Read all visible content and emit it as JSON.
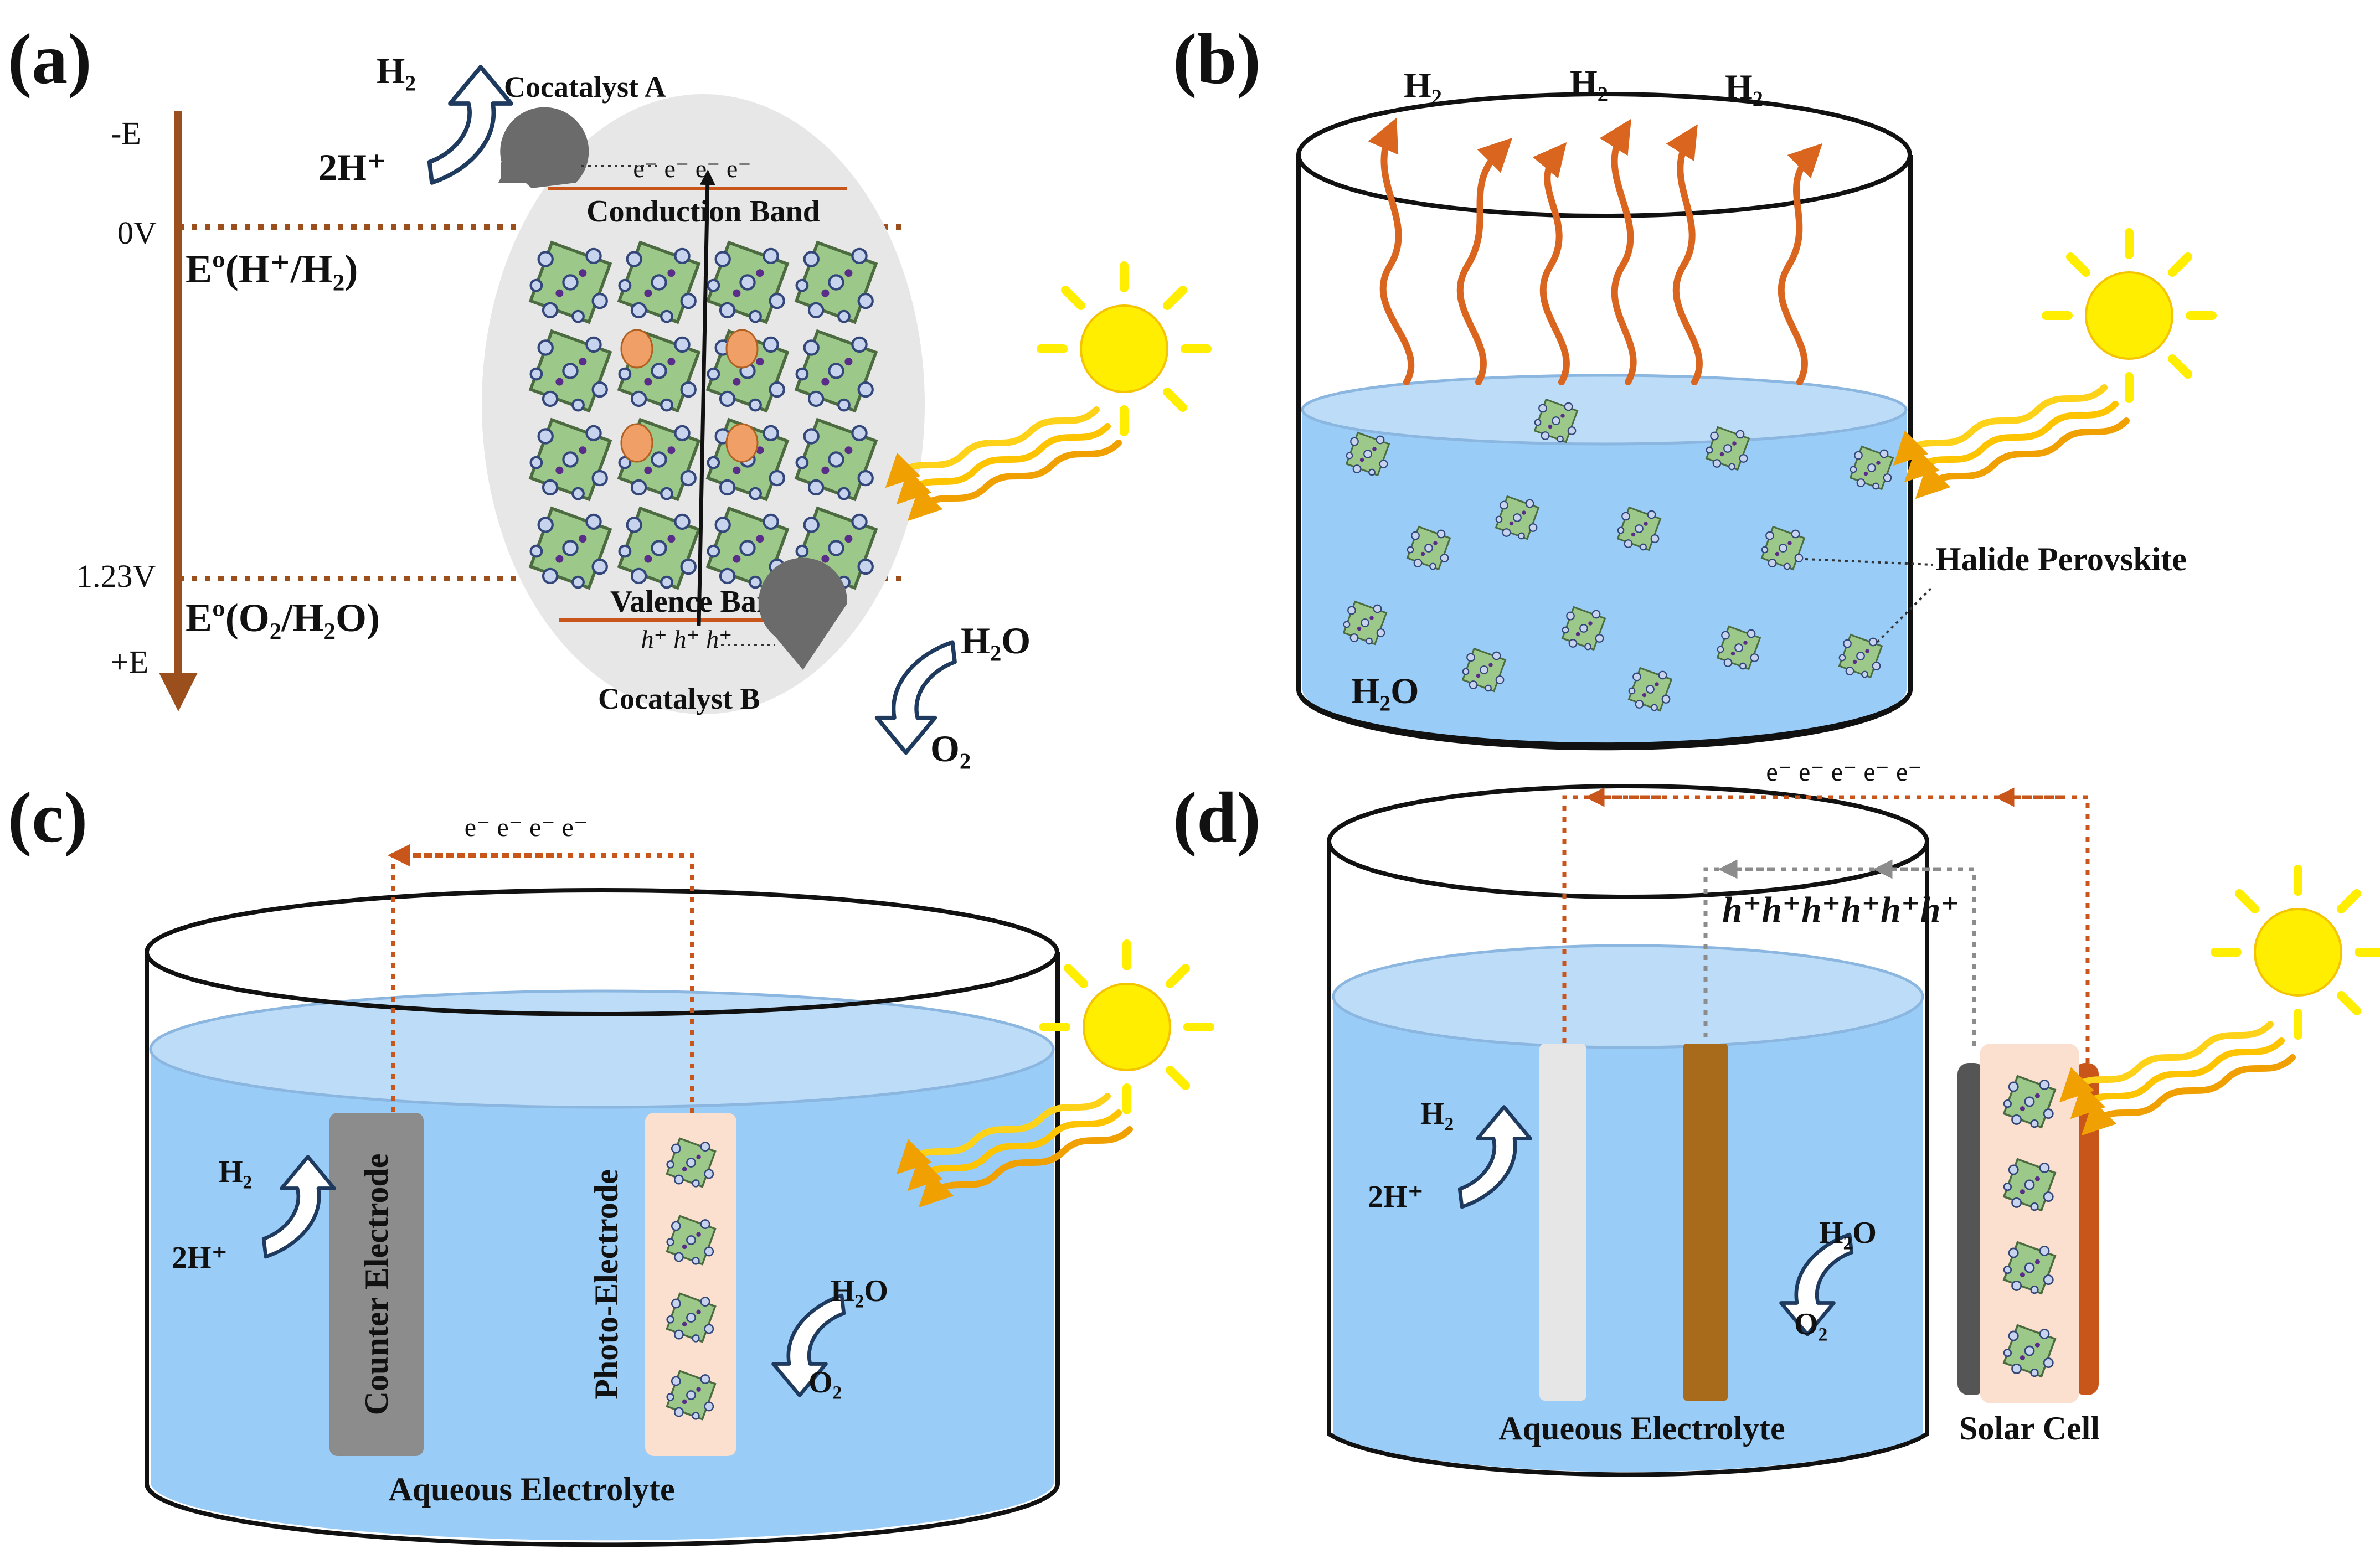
{
  "panels": {
    "a": {
      "letter": "(a)",
      "axis_neg": "-E",
      "axis_pos": "+E",
      "zero_tick": "0V",
      "ox_tick": "1.23V",
      "h2_potential": "Eº(H⁺/H₂)",
      "o2_potential": "Eº(O₂/H₂O)",
      "cocatalyst_a": "Cocatalyst A",
      "cocatalyst_b": "Cocatalyst B",
      "conduction_band": "Conduction Band",
      "valence_band": "Valence Band",
      "electrons": "e⁻ e⁻ e⁻ e⁻",
      "holes": "h⁺ h⁺ h⁺",
      "h2": "H₂",
      "two_h": "2H⁺",
      "h2o": "H₂O",
      "o2": "O₂"
    },
    "b": {
      "letter": "(b)",
      "h2_labels": [
        "H₂",
        "H₂",
        "H₂"
      ],
      "perovskite": "Halide Perovskite",
      "water": "H₂O"
    },
    "c": {
      "letter": "(c)",
      "electrons": "e⁻ e⁻ e⁻ e⁻",
      "counter_electrode": "Counter Electrode",
      "photo_electrode": "Photo-Electrode",
      "electrolyte": "Aqueous Electrolyte",
      "h2": "H₂",
      "two_h": "2H⁺",
      "h2o": "H₂O",
      "o2": "O₂"
    },
    "d": {
      "letter": "(d)",
      "electrons": "e⁻ e⁻ e⁻ e⁻ e⁻",
      "holes": "h⁺h⁺h⁺h⁺h⁺h⁺",
      "electrolyte": "Aqueous Electrolyte",
      "solar_cell": "Solar Cell",
      "h2": "H₂",
      "two_h": "2H⁺",
      "h2o": "H₂O",
      "o2": "O₂"
    }
  },
  "colors": {
    "brown_axis": "#9a4f1c",
    "orange_dotted": "#c8561b",
    "water_blue": "#99ccf7",
    "water_surface": "#bcdcf8",
    "sun_yellow": "#ffee00",
    "ray_orange": "#f0a000",
    "counter_grey": "#8c8c8c",
    "photo_peach": "#fbe0cf",
    "anode_brown": "#a86b1c",
    "cathode_light": "#e6e6e6",
    "crystal_green": "#9cc98a",
    "cocatalyst_grey": "#6b6b6b",
    "outline_navy": "#1f3a5f"
  },
  "icons": [
    "sun-icon",
    "light-rays-icon",
    "curved-arrow-icon",
    "perovskite-crystal-icon"
  ]
}
